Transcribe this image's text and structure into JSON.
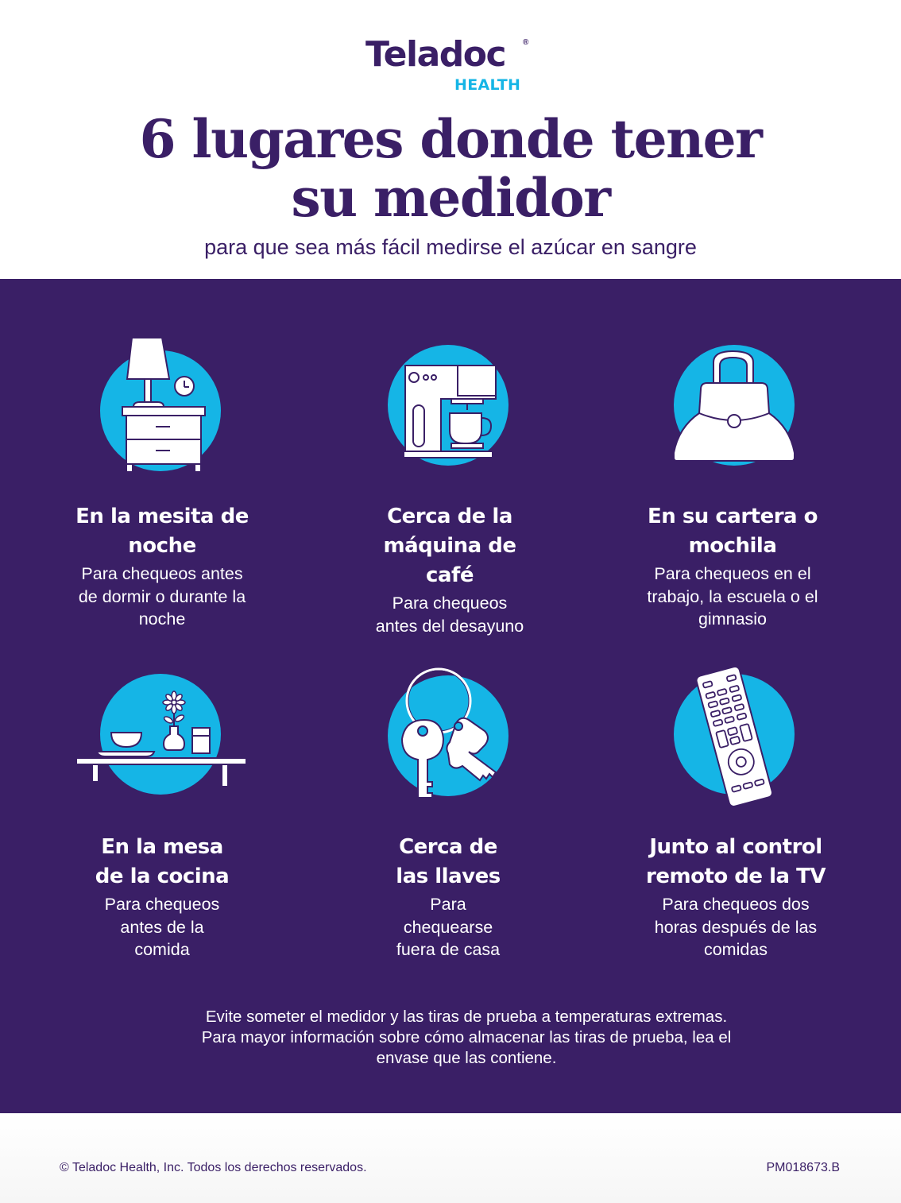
{
  "brand": {
    "name": "Teladoc",
    "registered": "®",
    "sub": "HEALTH",
    "colors": {
      "purple": "#3a1f66",
      "cyan": "#15b5e6",
      "white": "#ffffff"
    }
  },
  "header": {
    "title_line1": "6 lugares donde tener",
    "title_line2": "su medidor",
    "subtitle": "para que sea más fácil medirse el azúcar en sangre"
  },
  "cards": [
    {
      "icon": "nightstand-icon",
      "heading": [
        "En la mesita de",
        "noche"
      ],
      "desc": [
        "Para chequeos antes",
        "de dormir o durante la",
        "noche"
      ]
    },
    {
      "icon": "coffee-machine-icon",
      "heading": [
        "Cerca de la",
        "máquina de",
        "café"
      ],
      "desc": [
        "Para chequeos",
        "antes del desayuno"
      ]
    },
    {
      "icon": "handbag-icon",
      "heading": [
        "En su cartera o",
        "mochila"
      ],
      "desc": [
        "Para chequeos en el",
        "trabajo, la escuela o el",
        "gimnasio"
      ]
    },
    {
      "icon": "kitchen-table-icon",
      "heading": [
        "En la mesa",
        "de la cocina"
      ],
      "desc": [
        "Para chequeos",
        "antes de la",
        "comida"
      ]
    },
    {
      "icon": "keys-icon",
      "heading": [
        "Cerca de",
        "las llaves"
      ],
      "desc": [
        "Para",
        "chequearse",
        "fuera de casa"
      ]
    },
    {
      "icon": "tv-remote-icon",
      "heading": [
        "Junto al control",
        "remoto de la TV"
      ],
      "desc": [
        "Para chequeos dos",
        "horas después de las",
        "comidas"
      ]
    }
  ],
  "note": {
    "line1": "Evite someter el medidor y las tiras de prueba a temperaturas extremas.",
    "line2": "Para mayor información sobre cómo almacenar las tiras de prueba, lea el",
    "line3": "envase que las contiene."
  },
  "footer": {
    "copyright": "© Teladoc Health, Inc. Todos los derechos reservados.",
    "code": "PM018673.B"
  }
}
